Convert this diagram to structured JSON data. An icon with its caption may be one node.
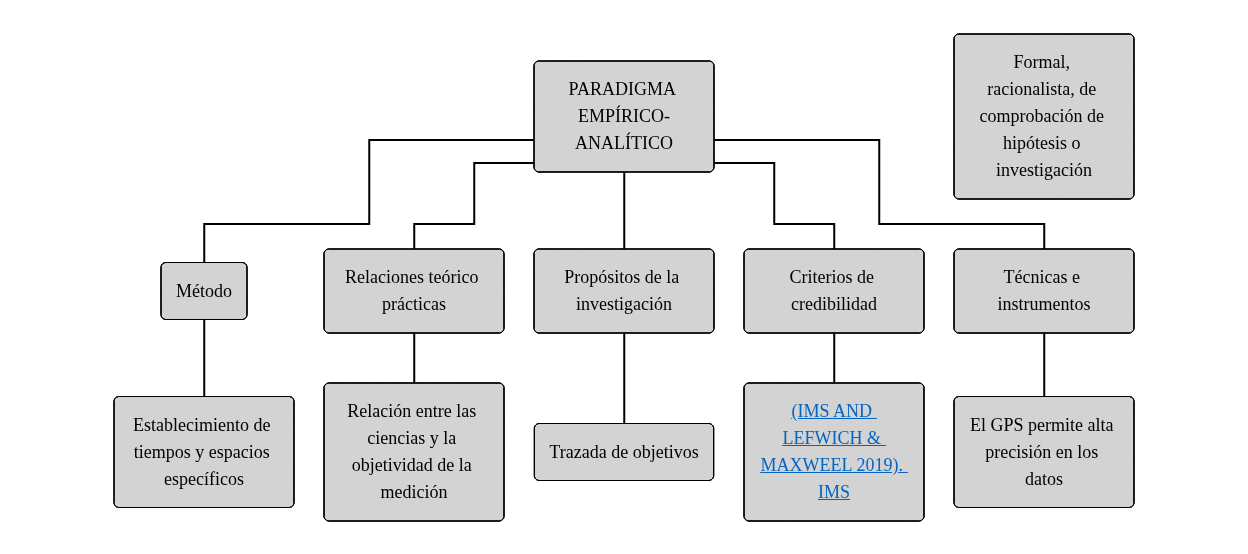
{
  "diagram": {
    "nodes": [
      {
        "text": [
          "Formal, racionalista, de comprobación de hipótesis o investigación"
        ]
      },
      {
        "text": [
          "PARADIGMA EMPÍRICO-ANALÍTICO"
        ]
      },
      {
        "text": [
          "Método"
        ]
      },
      {
        "text": [
          "Relaciones teórico prácticas"
        ]
      },
      {
        "text": [
          "Propósitos de la investigación"
        ]
      },
      {
        "text": [
          "Criterios de credibilidad"
        ]
      },
      {
        "text": [
          "Técnicas e instrumentos"
        ]
      },
      {
        "text": [
          "Establecimiento de tiempos y espacios específicos"
        ]
      },
      {
        "text": [
          "Relación entre las ciencias y la objetividad de la medición"
        ]
      },
      {
        "text": [
          "Trazada de objetivos"
        ]
      },
      {
        "text": [
          "(IMS AND LEFWICH & MAXWEEL 2019). IMS"
        ]
      },
      {
        "text": [
          "El GPS permite alta precisión en los datos"
        ]
      }
    ],
    "edges": [
      {
        "from": 1,
        "to": 2,
        "arrow": "none"
      },
      {
        "from": 1,
        "to": 3,
        "arrow": "none"
      },
      {
        "from": 1,
        "to": 4,
        "arrow": "none"
      },
      {
        "from": 1,
        "to": 5,
        "arrow": "none"
      },
      {
        "from": 1,
        "to": 6,
        "arrow": "none"
      },
      {
        "from": 2,
        "to": 7,
        "arrow": "none"
      },
      {
        "from": 3,
        "to": 8,
        "arrow": "none"
      },
      {
        "from": 4,
        "to": 9,
        "arrow": "none"
      },
      {
        "from": 5,
        "to": 10,
        "arrow": "none"
      },
      {
        "from": 6,
        "to": 11,
        "arrow": "none"
      }
    ]
  }
}
